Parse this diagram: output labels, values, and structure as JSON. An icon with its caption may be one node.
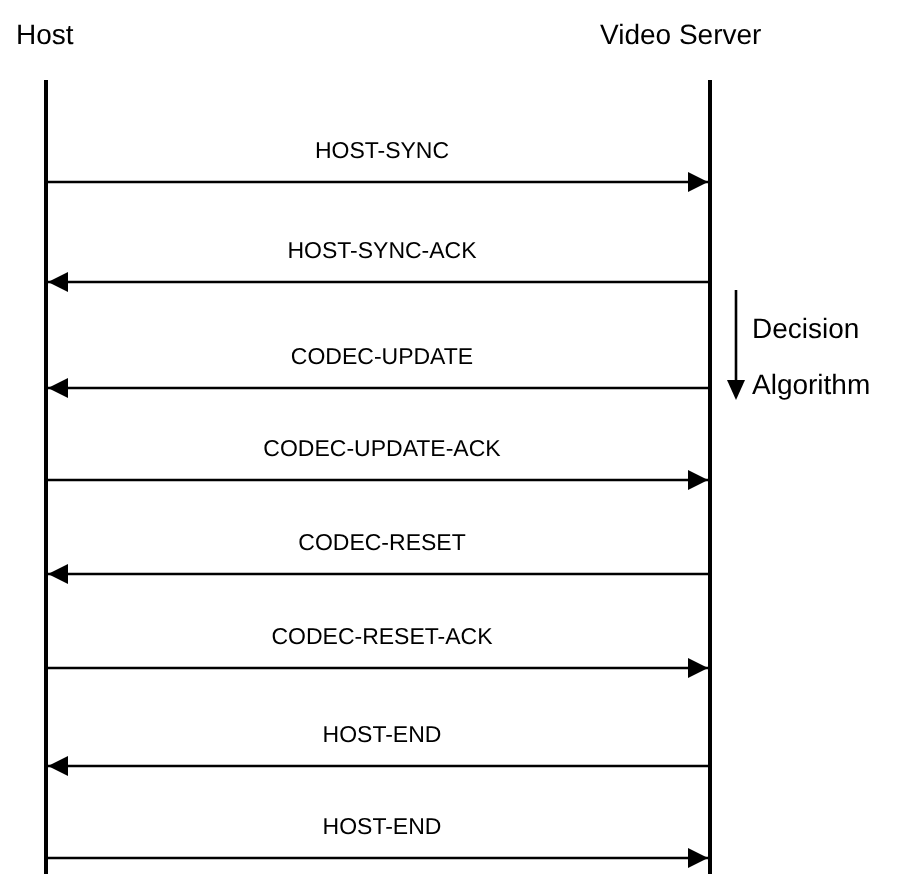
{
  "diagram": {
    "nodes": [
      {
        "text": [
          "Host"
        ]
      },
      {
        "text": [
          "Video Server"
        ]
      }
    ],
    "edges": [
      {
        "from": 0,
        "to": 1,
        "arrow": "to",
        "label": "HOST-SYNC"
      },
      {
        "from": 1,
        "to": 0,
        "arrow": "to",
        "label": "HOST-SYNC-ACK"
      },
      {
        "from": 1,
        "to": 0,
        "arrow": "to",
        "label": "CODEC-UPDATE"
      },
      {
        "from": 0,
        "to": 1,
        "arrow": "to",
        "label": "CODEC-UPDATE-ACK"
      },
      {
        "from": 1,
        "to": 0,
        "arrow": "to",
        "label": "CODEC-RESET"
      },
      {
        "from": 0,
        "to": 1,
        "arrow": "to",
        "label": "CODEC-RESET-ACK"
      },
      {
        "from": 1,
        "to": 0,
        "arrow": "to",
        "label": "HOST-END"
      },
      {
        "from": 0,
        "to": 1,
        "arrow": "to",
        "label": "HOST-END"
      }
    ],
    "labels": [
      "Decision Algorithm"
    ]
  }
}
